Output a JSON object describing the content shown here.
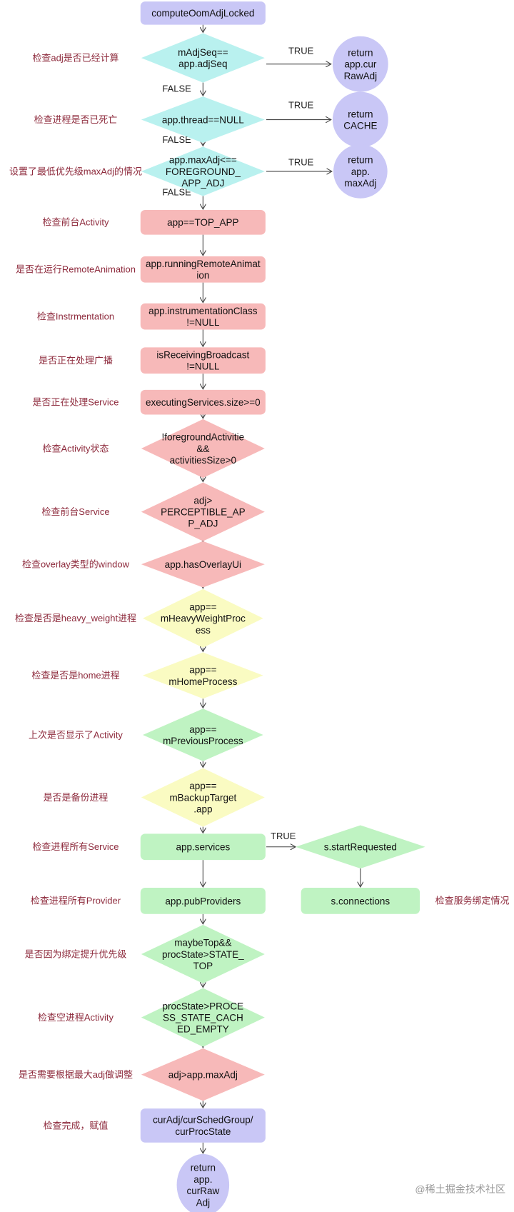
{
  "colors": {
    "purple": "#c9c7f6",
    "cyan": "#b9f1ef",
    "pink": "#f7b9b9",
    "yellow": "#fafbc2",
    "green": "#bff3c2",
    "label": "#8e2b3d"
  },
  "nodes": {
    "start": [
      "computeOomAdjLocked"
    ],
    "adjSeq": [
      "mAdjSeq==",
      "app.adjSeq"
    ],
    "ret1": [
      "return",
      "app.cur",
      "RawAdj"
    ],
    "thread": [
      "app.thread==NULL"
    ],
    "ret2": [
      "return",
      "CACHE"
    ],
    "maxAdj": [
      "app.maxAdj<==",
      "FOREGROUND_",
      "APP_ADJ"
    ],
    "ret3": [
      "return",
      "app.",
      "maxAdj"
    ],
    "top": [
      "app==TOP_APP"
    ],
    "remote": [
      "app.runningRemoteAnimat",
      "ion"
    ],
    "instr": [
      "app.instrumentationClass",
      "!=NULL"
    ],
    "bcast": [
      "isReceivingBroadcast",
      "!=NULL"
    ],
    "execSvc": [
      "executingServices.size>=0"
    ],
    "fgAct": [
      "!foregroundActivitie",
      "&&",
      "activitiesSize>0"
    ],
    "percept": [
      "adj>",
      "PERCEPTIBLE_AP",
      "P_ADJ"
    ],
    "overlay": [
      "app.hasOverlayUi"
    ],
    "heavy": [
      "app==",
      "mHeavyWeightProc",
      "ess"
    ],
    "home": [
      "app==",
      "mHomeProcess"
    ],
    "prev": [
      "app==",
      "mPreviousProcess"
    ],
    "backup": [
      "app==",
      "mBackupTarget",
      ".app"
    ],
    "services": [
      "app.services"
    ],
    "startReq": [
      "s.startRequested"
    ],
    "providers": [
      "app.pubProviders"
    ],
    "conns": [
      "s.connections"
    ],
    "maybeTop": [
      "maybeTop&&",
      "procState>STATE_",
      "TOP"
    ],
    "empty": [
      "procState>PROCE",
      "SS_STATE_CACH",
      "ED_EMPTY"
    ],
    "adjMax": [
      "adj>app.maxAdj"
    ],
    "assign": [
      "curAdj/curSchedGroup/",
      "curProcState"
    ],
    "retEnd": [
      "return",
      "app.",
      "curRaw",
      "Adj"
    ]
  },
  "labels": {
    "adjSeq": "检查adj是否已经计算",
    "thread": "检查进程是否已死亡",
    "maxAdj": "设置了最低优先级maxAdj的情况",
    "top": "检查前台Activity",
    "remote": "是否在运行RemoteAnimation",
    "instr": "检查Instrmentation",
    "bcast": "是否正在处理广播",
    "execSvc": "是否正在处理Service",
    "fgAct": "检查Activity状态",
    "percept": "检查前台Service",
    "overlay": "检查overlay类型的window",
    "heavy": "检查是否是heavy_weight进程",
    "home": "检查是否是home进程",
    "prev": "上次是否显示了Activity",
    "backup": "是否是备份进程",
    "services": "检查进程所有Service",
    "providers": "检查进程所有Provider",
    "conns": "检查服务绑定情况",
    "maybeTop": "是否因为绑定提升优先级",
    "empty": "检查空进程Activity",
    "adjMax": "是否需要根据最大adj做调整",
    "assign": "检查完成，赋值"
  },
  "edges": {
    "true": "TRUE",
    "false": "FALSE"
  },
  "watermark": "@稀土掘金技术社区"
}
